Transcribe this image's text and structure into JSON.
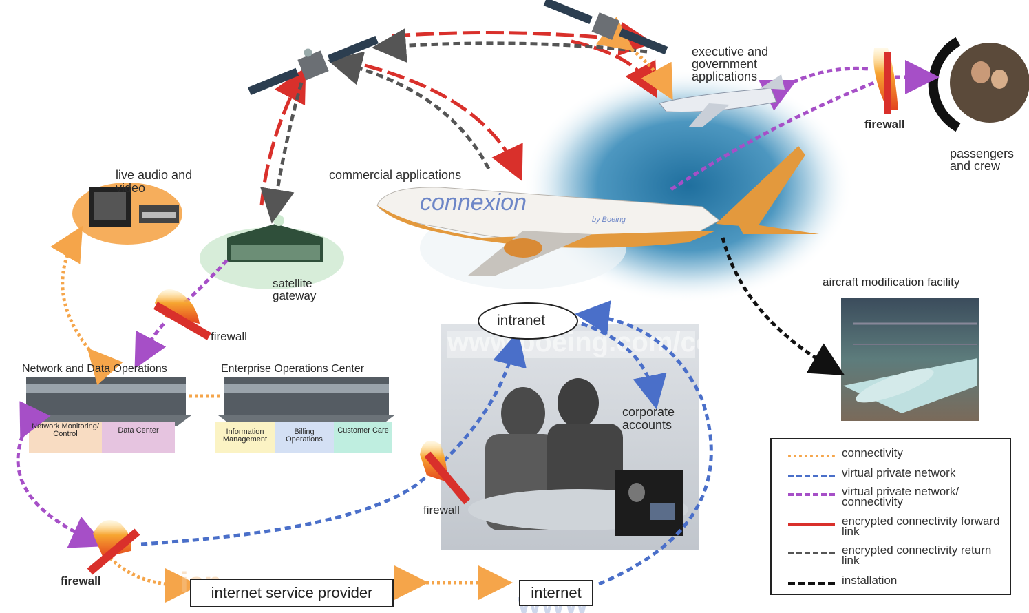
{
  "labels": {
    "executive": "executive and government applications",
    "firewall_top": "firewall",
    "passengers": "passengers and crew",
    "live_audio": "live audio and video",
    "commercial": "commercial applications",
    "satellite_gateway": "satellite gateway",
    "firewall_mid": "firewall",
    "aircraft_mod": "aircraft modification facility",
    "intranet": "intranet",
    "corporate": "corporate accounts",
    "firewall_center": "firewall",
    "firewall_bottom": "firewall",
    "isp": "internet service provider",
    "internet": "internet",
    "watermark": "www.boeing.com/connexion",
    "plane_brand": "connexion",
    "plane_sub": "by Boeing"
  },
  "nod": {
    "title": "Network and Data Operations",
    "units": [
      "Network Monitoring/ Control",
      "Data Center"
    ]
  },
  "eoc": {
    "title": "Enterprise Operations Center",
    "units": [
      "Information Management",
      "Billing Operations",
      "Customer Care"
    ]
  },
  "legend": {
    "items": [
      {
        "label": "connectivity",
        "color": "#f5a54a",
        "style": "dotted"
      },
      {
        "label": "virtual private network",
        "color": "#4a6fc9",
        "style": "dashed"
      },
      {
        "label": "virtual private network/ connectivity",
        "color": "#a64fc7",
        "style": "dashed"
      },
      {
        "label": "encrypted connectivity forward link",
        "color": "#d9302b",
        "style": "solid"
      },
      {
        "label": "encrypted connectivity return link",
        "color": "#555555",
        "style": "dashed"
      },
      {
        "label": "installation",
        "color": "#111111",
        "style": "dashed"
      }
    ]
  }
}
